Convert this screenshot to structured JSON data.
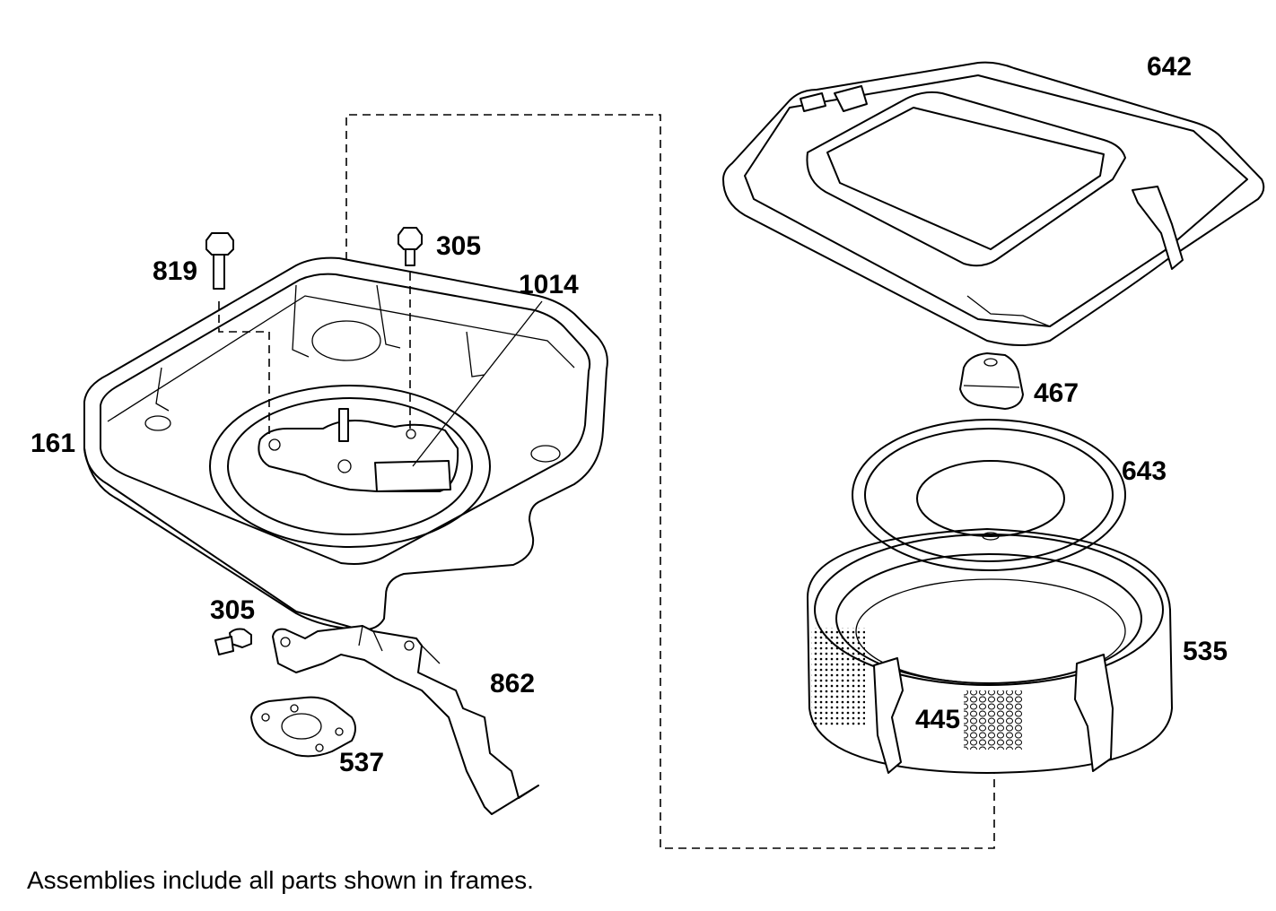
{
  "diagram": {
    "labels": {
      "p642": "642",
      "p305a": "305",
      "p819": "819",
      "p1014": "1014",
      "p467": "467",
      "p161": "161",
      "p643": "643",
      "p305b": "305",
      "p535": "535",
      "p862": "862",
      "p445": "445",
      "p537": "537"
    },
    "footnote": "Assemblies include all parts shown in frames."
  }
}
